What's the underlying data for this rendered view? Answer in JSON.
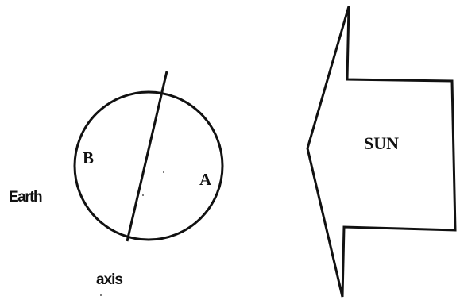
{
  "diagram": {
    "labels": {
      "earth": "Earth",
      "axis": "axis",
      "point_a": "A",
      "point_b": "B",
      "sun": "SUN"
    },
    "colors": {
      "stroke": "#111111",
      "background": "#ffffff"
    }
  }
}
